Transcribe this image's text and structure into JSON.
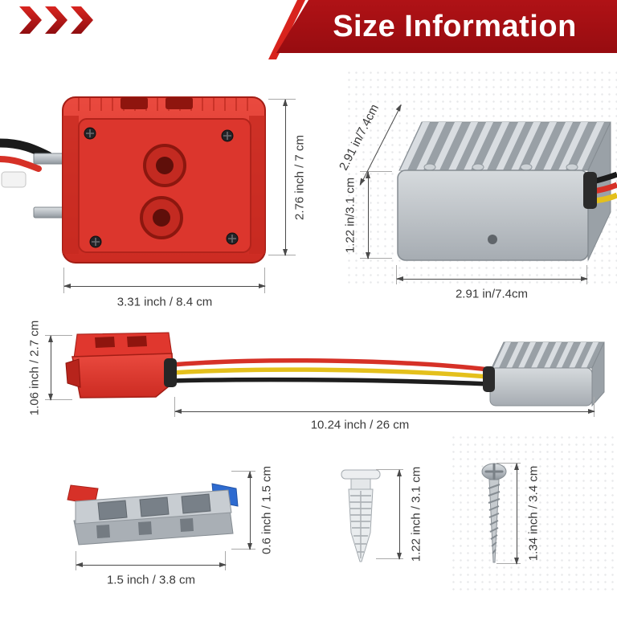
{
  "header": {
    "title": "Size Information"
  },
  "icons": {
    "header_chevrons": "triple-chevron-right"
  },
  "dimensions": {
    "adapter_height": "2.76 inch / 7 cm",
    "adapter_width": "3.31 inch / 8.4 cm",
    "converter_depth": "2.91 in/7.4cm",
    "converter_height": "1.22 in/3.1 cm",
    "converter_width": "2.91 in/7.4cm",
    "adapter_side_height": "1.06 inch / 2.7 cm",
    "cable_length": "10.24 inch / 26 cm",
    "connector_height": "0.6 inch / 1.5 cm",
    "connector_width": "1.5 inch / 3.8 cm",
    "anchor_height": "1.22 inch / 3.1 cm",
    "screw_height": "1.34 inch / 3.4 cm"
  },
  "colors": {
    "banner": "#b01216",
    "banner_accent": "#d8231d",
    "adapter_red": "#dc362d",
    "converter_gray": "#c0c6cb",
    "wire_red": "#d63127",
    "wire_yellow": "#e4c01c",
    "wire_black": "#1d1d1d",
    "lever_red": "#d73128",
    "lever_blue": "#2e6bd0",
    "dim_line": "#4a4a4a",
    "dim_text": "#3a3a3a"
  }
}
